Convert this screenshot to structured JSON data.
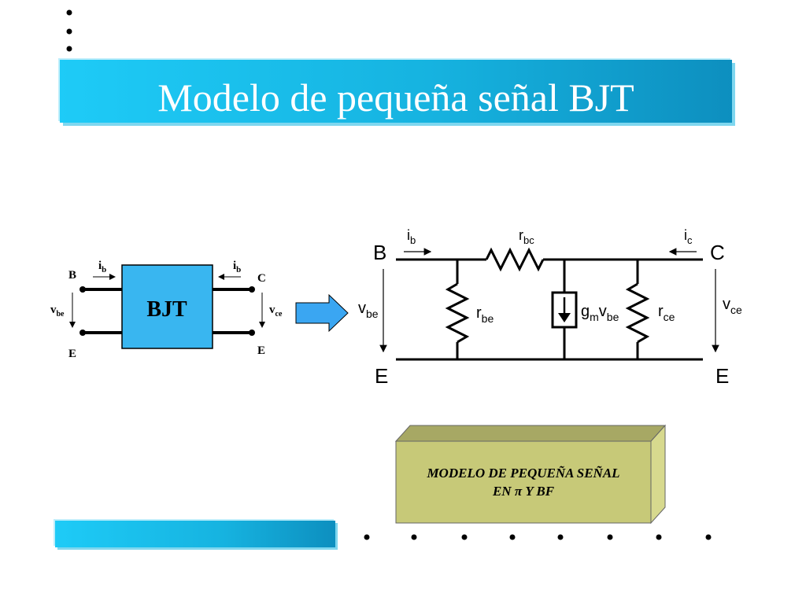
{
  "slide": {
    "title": "Modelo de pequeña señal BJT"
  },
  "block": {
    "box_label": "BJT",
    "base_label": "B",
    "collector_label": "C",
    "emitter_left_label": "E",
    "emitter_right_label": "E",
    "ib_left": {
      "main": "i",
      "sub": "b"
    },
    "ib_right": {
      "main": "i",
      "sub": "b"
    },
    "vbe": {
      "main": "v",
      "sub": "be"
    },
    "vce": {
      "main": "v",
      "sub": "ce"
    }
  },
  "model": {
    "base_label": "B",
    "collector_label": "C",
    "emitter_left_label": "E",
    "emitter_right_label": "E",
    "ib": {
      "main": "i",
      "sub": "b"
    },
    "ic": {
      "main": "i",
      "sub": "c"
    },
    "rbc": {
      "main": "r",
      "sub": "bc"
    },
    "rbe": {
      "main": "r",
      "sub": "be"
    },
    "rce": {
      "main": "r",
      "sub": "ce"
    },
    "vbe": {
      "main": "v",
      "sub": "be"
    },
    "vce": {
      "main": "v",
      "sub": "ce"
    },
    "gm": {
      "g": "g",
      "m": "m",
      "v": "v",
      "be": "be"
    }
  },
  "callout": {
    "line1": "MODELO DE PEQUEÑA SEÑAL",
    "line2": "EN π Y BF"
  },
  "colors": {
    "title_bar": "#16b3e0",
    "block_fill": "#39b6f0",
    "arrow_fill": "#3aa6f2",
    "callout_face": "#c7c978",
    "callout_top": "#a7a864",
    "callout_side": "#d7d98e"
  }
}
